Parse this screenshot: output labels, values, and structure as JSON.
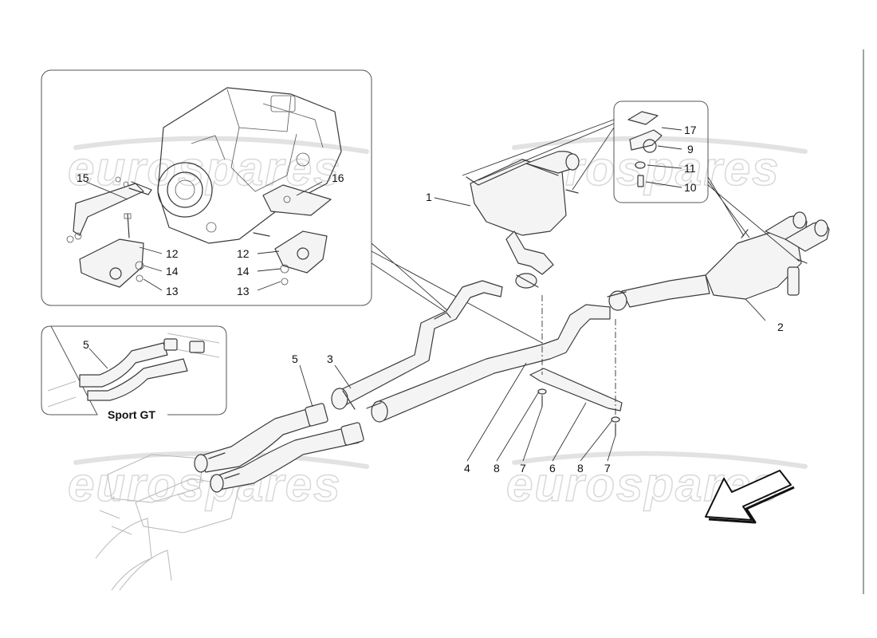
{
  "watermark": {
    "text": "eurospares"
  },
  "inset_sport": {
    "caption": "Sport GT"
  },
  "callouts": {
    "c1": "1",
    "c2": "2",
    "c3": "3",
    "c4": "4",
    "c5_main": "5",
    "c5_inset": "5",
    "c6": "6",
    "c7_left": "7",
    "c7_right": "7",
    "c8_left": "8",
    "c8_right": "8",
    "c9": "9",
    "c10": "10",
    "c11": "11",
    "c12_left": "12",
    "c12_right": "12",
    "c13_left": "13",
    "c13_right": "13",
    "c14_left": "14",
    "c14_right": "14",
    "c15": "15",
    "c16": "16",
    "c17": "17"
  },
  "arrow": {
    "icon": "direction-arrow-icon"
  }
}
